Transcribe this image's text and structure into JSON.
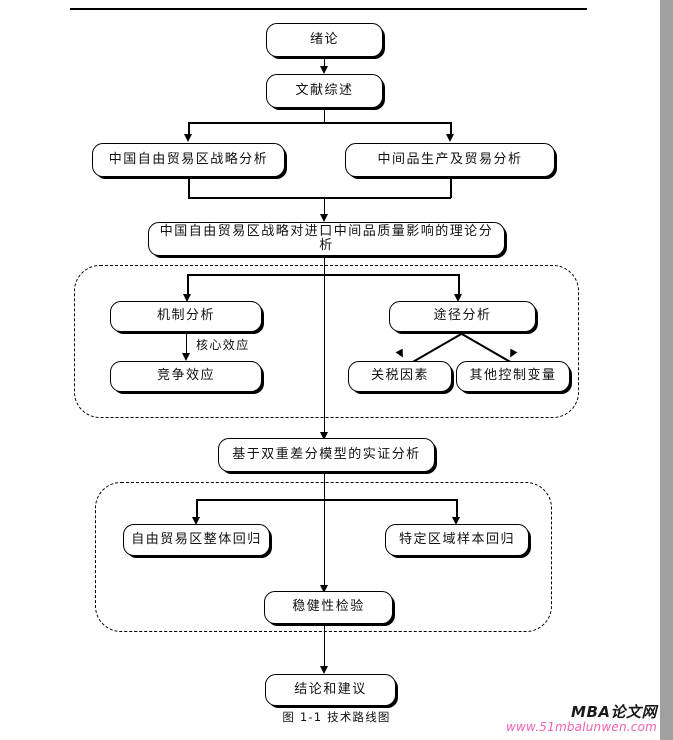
{
  "document": {
    "caption": "图 1-1   技术路线图"
  },
  "watermark": {
    "brand": "MBA论文网",
    "url": "www.51mbalunwen.com",
    "url_color": "#ef63b5"
  },
  "flowchart": {
    "title": "技术路线图",
    "type": "flowchart",
    "nodes": [
      {
        "id": "intro",
        "label": "绪论"
      },
      {
        "id": "literature",
        "label": "文献综述"
      },
      {
        "id": "ftz-strategy",
        "label": "中国自由贸易区战略分析"
      },
      {
        "id": "intermediate",
        "label": "中间品生产及贸易分析"
      },
      {
        "id": "theory",
        "label": "中国自由贸易区战略对进口中间品质量影响的理论分析"
      },
      {
        "id": "mechanism",
        "label": "机制分析"
      },
      {
        "id": "competition",
        "label": "竞争效应"
      },
      {
        "id": "path",
        "label": "途径分析"
      },
      {
        "id": "tariff",
        "label": "关税因素"
      },
      {
        "id": "controls",
        "label": "其他控制变量"
      },
      {
        "id": "did",
        "label": "基于双重差分模型的实证分析"
      },
      {
        "id": "overall-reg",
        "label": "自由贸易区整体回归"
      },
      {
        "id": "region-reg",
        "label": "特定区域样本回归"
      },
      {
        "id": "robustness",
        "label": "稳健性检验"
      },
      {
        "id": "conclusion",
        "label": "结论和建议"
      }
    ],
    "edge_labels": [
      {
        "id": "core-effect",
        "label": "核心效应"
      }
    ],
    "groups": [
      {
        "id": "theory-group",
        "label": ""
      },
      {
        "id": "empirical-group",
        "label": ""
      }
    ]
  }
}
